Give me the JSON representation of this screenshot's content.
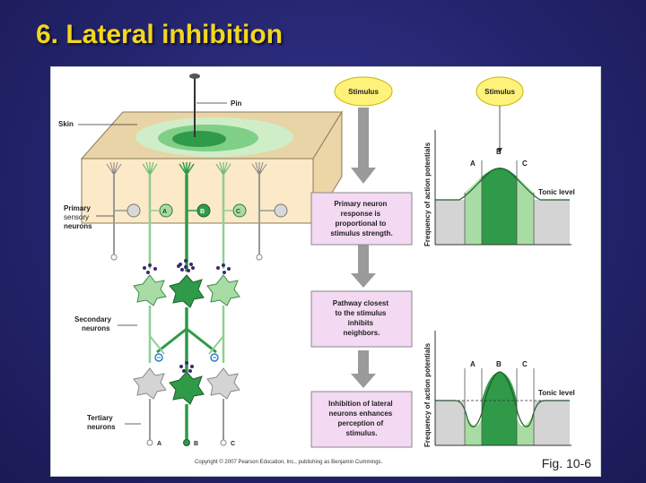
{
  "title": "6. Lateral inhibition",
  "labels": {
    "pin": "Pin",
    "skin": "Skin",
    "primary_line1": "Primary",
    "primary_line2": "sensory",
    "primary_line3": "neurons",
    "secondary_line1": "Secondary",
    "secondary_line2": "neurons",
    "tertiary_line1": "Tertiary",
    "tertiary_line2": "neurons"
  },
  "neuron_letters": {
    "a": "A",
    "b": "B",
    "c": "C"
  },
  "stimulus": "Stimulus",
  "flow_boxes": {
    "box1": [
      "Primary neuron",
      "response is",
      "proportional to",
      "stimulus strength."
    ],
    "box2": [
      "Pathway closest",
      "to the stimulus",
      "inhibits",
      "neighbors."
    ],
    "box3": [
      "Inhibition of lateral",
      "neurons enhances",
      "perception of",
      "stimulus."
    ]
  },
  "graph": {
    "ylabel": "Frequency of action potentials",
    "tonic": "Tonic level",
    "letters": [
      "A",
      "B",
      "C"
    ]
  },
  "fig_label": "Fig. 10-6",
  "copyright": "Copyright © 2007 Pearson Education, Inc., publishing as Benjamin Cummings.",
  "colors": {
    "title": "#f2d71c",
    "background": "#24246e",
    "dark_green": "#2f9a48",
    "light_green": "#a8dca4",
    "skin": "#fbe9c8",
    "box": "#f3d9f1",
    "stimulus": "#fff27a",
    "tonic_gray": "#d4d4d4",
    "arrow_gray": "#9a9a9a",
    "dots": "#3a2a6a"
  }
}
